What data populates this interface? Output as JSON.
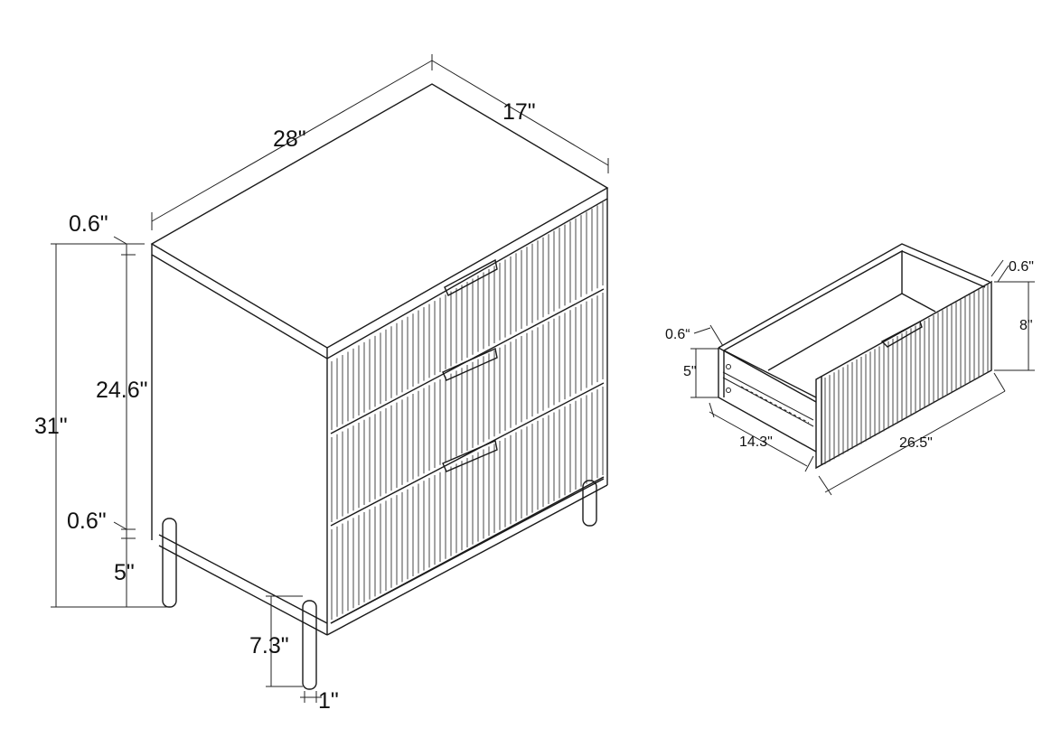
{
  "dresser": {
    "width": "28\"",
    "depth": "17\"",
    "total_height": "31\"",
    "body_height": "24.6\"",
    "top_thickness": "0.6\"",
    "bottom_thickness": "0.6\"",
    "leg_clearance": "5\"",
    "leg_height": "7.3\"",
    "leg_width": "1\""
  },
  "drawer": {
    "front_thickness": "0.6\"",
    "side_thickness": "0.6“",
    "front_height": "8\"",
    "box_height": "5\"",
    "depth": "14.3\"",
    "width": "26.5\""
  }
}
